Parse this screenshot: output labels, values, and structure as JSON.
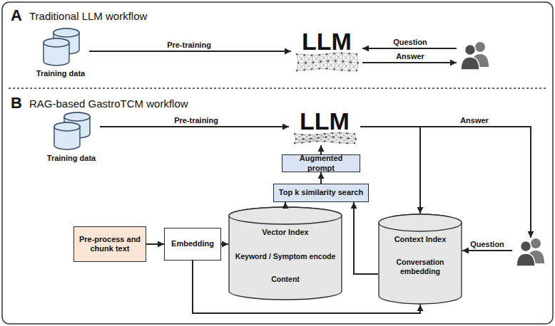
{
  "diagram": {
    "nodes": [
      {
        "text": [
          "A",
          "Traditional LLM workflow"
        ]
      },
      {
        "text": [
          "Training data"
        ],
        "in": 0
      },
      {
        "text": [
          "LLM"
        ],
        "in": 0
      },
      {
        "text": [],
        "in": 0
      },
      {
        "text": [
          "B",
          "RAG-based GastroTCM workflow"
        ]
      },
      {
        "text": [
          "Training data"
        ],
        "in": 4
      },
      {
        "text": [
          "LLM"
        ],
        "in": 4
      },
      {
        "text": [
          "Augmented prompt"
        ],
        "in": 4
      },
      {
        "text": [
          "Top k similarity search"
        ],
        "in": 4
      },
      {
        "text": [
          "Pre-process and chunk text"
        ],
        "in": 4
      },
      {
        "text": [
          "Embedding"
        ],
        "in": 4
      },
      {
        "text": [
          "Vector Index",
          "Keyword / Symptom encode",
          "Content"
        ],
        "in": 4
      },
      {
        "text": [
          "Context Index",
          "Conversation embedding"
        ],
        "in": 4
      },
      {
        "text": [],
        "in": 4
      }
    ],
    "edges": [
      {
        "from": 1,
        "to": 2,
        "label": "Pre-training",
        "arrow": "to"
      },
      {
        "from": 3,
        "to": 2,
        "label": "Question",
        "arrow": "to"
      },
      {
        "from": 2,
        "to": 3,
        "label": "Answer",
        "arrow": "to"
      },
      {
        "from": 5,
        "to": 6,
        "label": "Pre-training",
        "arrow": "to"
      },
      {
        "from": 6,
        "to": 13,
        "label": "Answer",
        "arrow": "to"
      },
      {
        "from": 6,
        "to": 12,
        "arrow": "to"
      },
      {
        "from": 13,
        "to": 12,
        "label": "Question",
        "arrow": "to"
      },
      {
        "from": 9,
        "to": 10,
        "arrow": "to"
      },
      {
        "from": 10,
        "to": 11,
        "arrow": "to"
      },
      {
        "from": 11,
        "to": 8,
        "arrow": "to"
      },
      {
        "from": 8,
        "to": 7,
        "arrow": "to"
      },
      {
        "from": 7,
        "to": 6,
        "arrow": "to"
      },
      {
        "from": 12,
        "to": 8,
        "arrow": "to"
      },
      {
        "from": 10,
        "to": 12,
        "arrow": "to"
      }
    ]
  }
}
